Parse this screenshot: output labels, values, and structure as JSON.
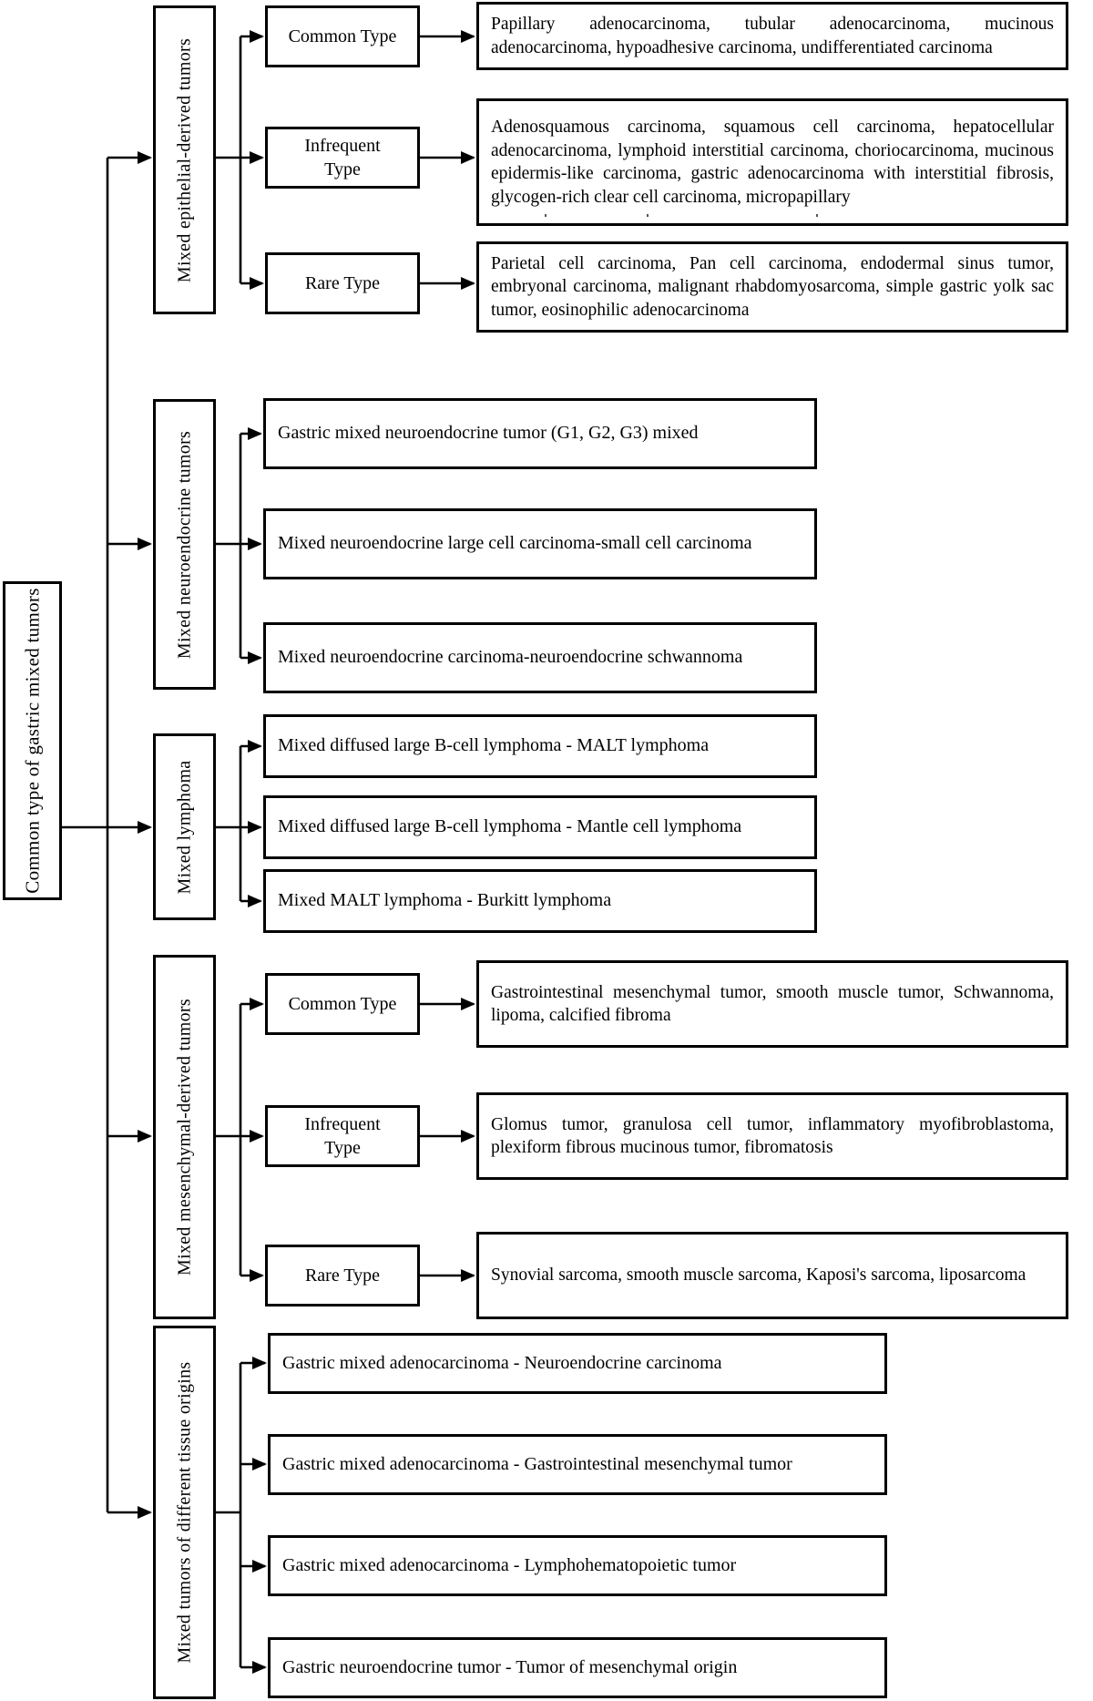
{
  "figure": {
    "root_label": "Common type of gastric mixed tumors",
    "colors": {
      "line": "#000000",
      "background": "#ffffff",
      "text": "#000000"
    },
    "sections": [
      {
        "label": "Mixed epithelial-derived tumors",
        "types": [
          {
            "label": "Common Type",
            "leaf": "Papillary adenocarcinoma, tubular adenocarcinoma, mucinous adenocarcinoma, hypoadhesive carcinoma, undifferentiated carcinoma"
          },
          {
            "label": "Infrequent\nType",
            "leaf": "Adenosquamous carcinoma, squamous cell carcinoma, hepatocellular adenocarcinoma, lymphoid interstitial carcinoma, choriocarcinoma, mucinous epidermis-like carcinoma, gastric adenocarcinoma with interstitial fibrosis, glycogen-rich clear cell carcinoma, micropapillary"
          },
          {
            "label": "Rare Type",
            "leaf": "Parietal cell carcinoma, Pan cell carcinoma, endodermal sinus tumor, embryonal carcinoma, malignant rhabdomyosarcoma, simple gastric yolk sac tumor, eosinophilic adenocarcinoma"
          }
        ]
      },
      {
        "label": "Mixed neuroendocrine tumors",
        "leaves": [
          "Gastric mixed neuroendocrine tumor (G1, G2, G3) mixed",
          "Mixed neuroendocrine large cell carcinoma-small cell carcinoma",
          "Mixed neuroendocrine carcinoma-neuroendocrine schwannoma"
        ]
      },
      {
        "label": "Mixed lymphoma",
        "leaves": [
          "Mixed diffused large B-cell lymphoma - MALT lymphoma",
          "Mixed diffused large B-cell lymphoma - Mantle cell lymphoma",
          "Mixed MALT lymphoma - Burkitt lymphoma"
        ]
      },
      {
        "label": "Mixed mesenchymal-derived tumors",
        "types": [
          {
            "label": "Common Type",
            "leaf": "Gastrointestinal mesenchymal tumor, smooth muscle tumor, Schwannoma, lipoma, calcified fibroma"
          },
          {
            "label": "Infrequent\nType",
            "leaf": "Glomus tumor, granulosa cell tumor, inflammatory myofibroblastoma, plexiform fibrous mucinous tumor, fibromatosis"
          },
          {
            "label": "Rare Type",
            "leaf": "Synovial sarcoma, smooth muscle sarcoma, Kaposi's sarcoma, liposarcoma"
          }
        ]
      },
      {
        "label": "Mixed tumors of different tissue origins",
        "leaves": [
          "Gastric mixed adenocarcinoma - Neuroendocrine carcinoma",
          "Gastric mixed adenocarcinoma - Gastrointestinal mesenchymal tumor",
          "Gastric mixed adenocarcinoma - Lymphohematopoietic tumor",
          "Gastric neuroendocrine tumor - Tumor of mesenchymal origin"
        ]
      }
    ]
  }
}
